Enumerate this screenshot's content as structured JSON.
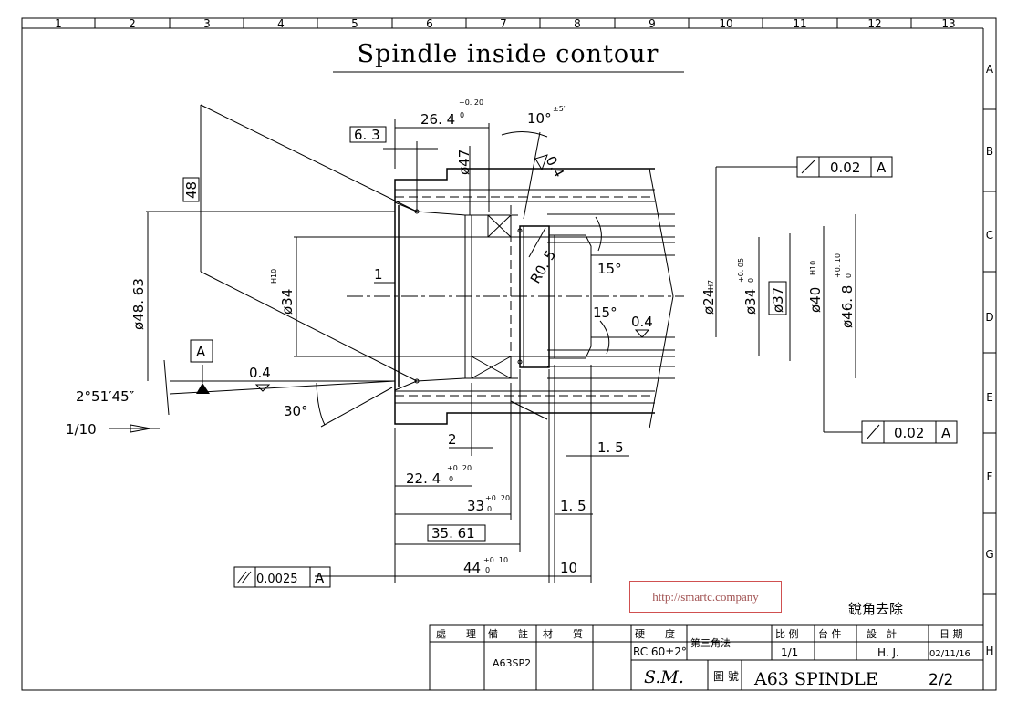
{
  "title": "Spindle inside contour",
  "ruler_columns": [
    "1",
    "2",
    "3",
    "4",
    "5",
    "6",
    "7",
    "8",
    "9",
    "10",
    "11",
    "12",
    "13"
  ],
  "ruler_rows": [
    "A",
    "B",
    "C",
    "D",
    "E",
    "F",
    "G",
    "H"
  ],
  "dimensions": {
    "d26_4": "26. 4",
    "d26_4_tol_up": "+0. 20",
    "d26_4_tol_low": "0",
    "angle10": "10°",
    "angle10_tol": "±5′",
    "box6_3": "6. 3",
    "dia47": "ø47",
    "box48": "48",
    "rough04_top": "0.4",
    "r05": "R0. 5",
    "angle15_top": "15°",
    "angle15_bot": "15°",
    "rough04_mid": "0.4",
    "dim1": "1",
    "dia34h10": "ø34",
    "dia34h10_tol": "H10",
    "dia48_63": "ø48. 63",
    "datum_a": "A",
    "rough04_left": "0.4",
    "angle_taper": "2°51′45″",
    "angle30": "30°",
    "taper": "1/10",
    "dia24": "ø24",
    "dia24_tol": "H7",
    "dia34": "ø34",
    "dia34_tol_up": "+0. 05",
    "dia34_tol_low": "0",
    "box37": "ø37",
    "dia40": "ø40",
    "dia40_tol": "H10",
    "dia46_8": "ø46. 8",
    "dia46_8_tol_up": "+0. 10",
    "dia46_8_tol_low": "0",
    "d2": "2",
    "d1_5a": "1. 5",
    "d22_4": "22. 4",
    "d22_4_tol_up": "+0. 20",
    "d22_4_tol_low": "0",
    "d33": "33",
    "d33_tol_up": "+0. 20",
    "d33_tol_low": "0",
    "d1_5b": "1. 5",
    "box35_61": "35. 61",
    "d44": "44",
    "d44_tol_up": "+0. 10",
    "d44_tol_low": "0",
    "d10": "10"
  },
  "tolerance_frames": [
    {
      "symbol": "runout",
      "value": "0.02",
      "datum": "A"
    },
    {
      "symbol": "runout",
      "value": "0.02",
      "datum": "A"
    },
    {
      "symbol": "parallelism",
      "value": "0.0025",
      "datum": "A"
    }
  ],
  "watermark_url": "http://smartc.company",
  "deburr_note": "銳角去除",
  "title_block": {
    "h_process": "處　　理",
    "h_remark": "備　　註",
    "h_material": "材　　質",
    "h_hardness": "硬　　度",
    "projection": "第三角法",
    "h_scale": "比 例",
    "h_qty": "台 件",
    "h_design": "設　計",
    "h_date": "日 期",
    "remark": "A63SP2",
    "hardness": "RC 60±2°",
    "scale": "1/1",
    "designer": "H. J.",
    "date": "02/11/16",
    "company": "S.M.",
    "h_drawing_no": "圖 號",
    "drawing_no": "A63  SPINDLE",
    "sheet": "2/2"
  }
}
